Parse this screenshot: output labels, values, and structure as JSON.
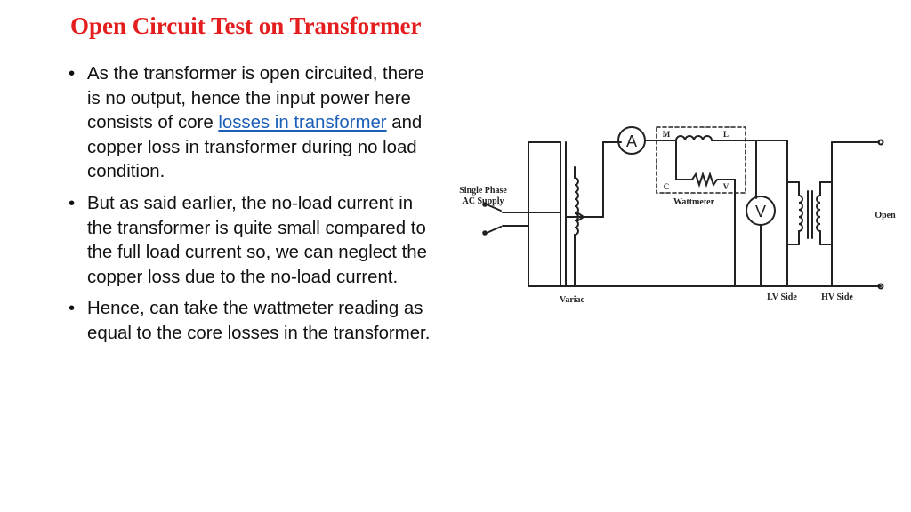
{
  "slide": {
    "title": "Open Circuit Test on Transformer",
    "bullets": [
      {
        "pre": "As the transformer is open circuited, there is no output, hence the input power here consists of core ",
        "link": "losses in transformer",
        "post": " and copper loss in transformer during no load condition."
      },
      {
        "text": "But as said earlier, the no-load current in the transformer is quite small compared to the full load current so, we can neglect the copper loss due to the no-load current."
      },
      {
        "text": "Hence, can take the wattmeter reading as equal to the core losses in the transformer."
      }
    ]
  },
  "diagram": {
    "labels": {
      "supply_line1": "Single Phase",
      "supply_line2": "AC Supply",
      "variac": "Variac",
      "wattmeter": "Wattmeter",
      "lv_side": "LV Side",
      "hv_side": "HV Side",
      "open": "Open",
      "ammeter": "A",
      "voltmeter": "V",
      "m_terminal": "M",
      "l_terminal": "L",
      "c_terminal": "C",
      "v_terminal": "V"
    }
  }
}
